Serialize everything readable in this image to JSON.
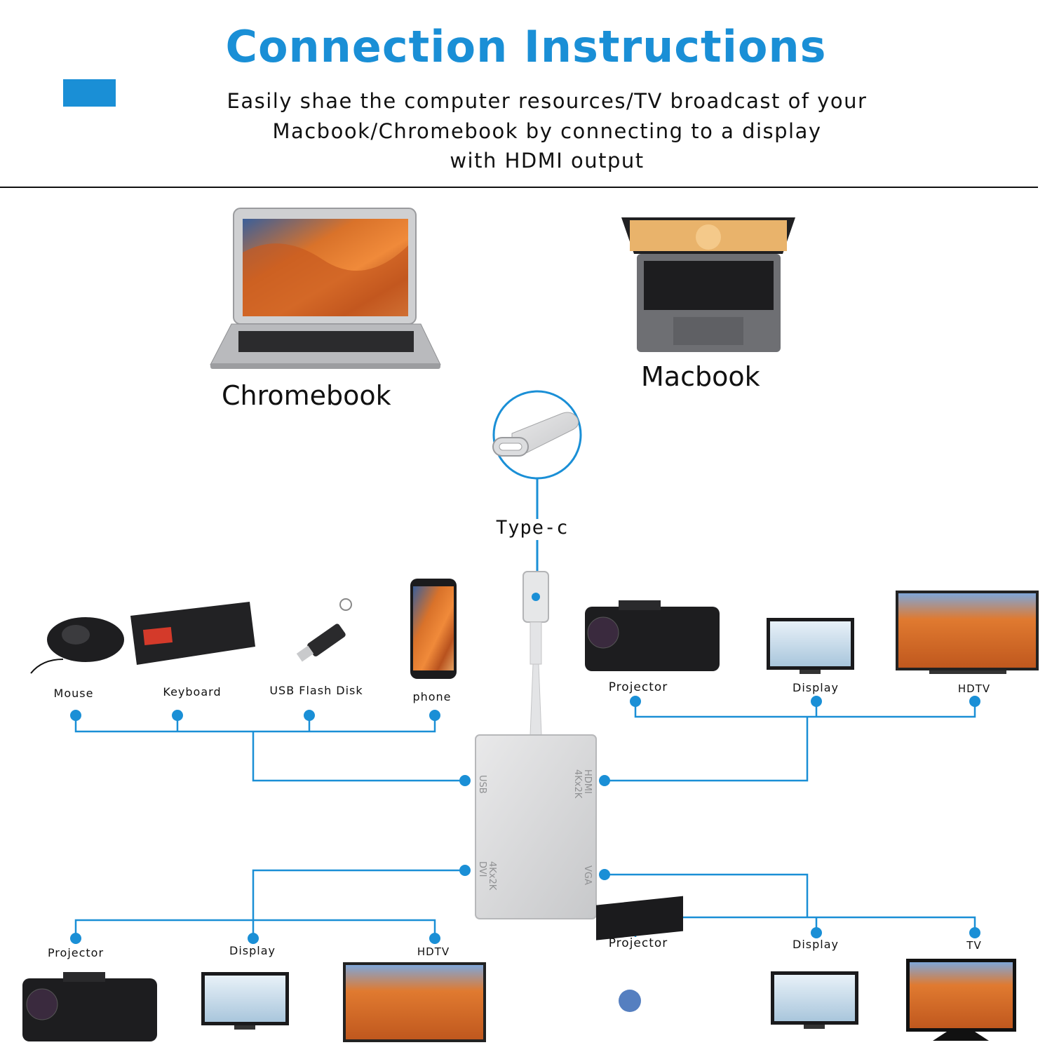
{
  "header": {
    "title": "Connection Instructions",
    "subtitle_lines": [
      "Easily shae the computer resources/TV broadcast of your",
      "Macbook/Chromebook by connecting to a display",
      "with HDMI output"
    ]
  },
  "hosts": {
    "chromebook": "Chromebook",
    "macbook": "Macbook"
  },
  "connector": {
    "label": "Type-c"
  },
  "ports": {
    "usb": "USB",
    "hdmi": "HDMI",
    "hdmi_res": "4Kx2K",
    "dvi": "DVI",
    "dvi_res": "4Kx2K",
    "vga": "VGA"
  },
  "usb_devices": [
    "Mouse",
    "Keyboard",
    "USB Flash Disk",
    "phone"
  ],
  "hdmi_devices": [
    "Projector",
    "Display",
    "HDTV"
  ],
  "dvi_devices": [
    "Projector",
    "Display",
    "HDTV"
  ],
  "vga_devices": [
    "Projector",
    "Display",
    "TV"
  ],
  "colors": {
    "accent": "#1a8fd6",
    "line": "#1a8fd6"
  }
}
